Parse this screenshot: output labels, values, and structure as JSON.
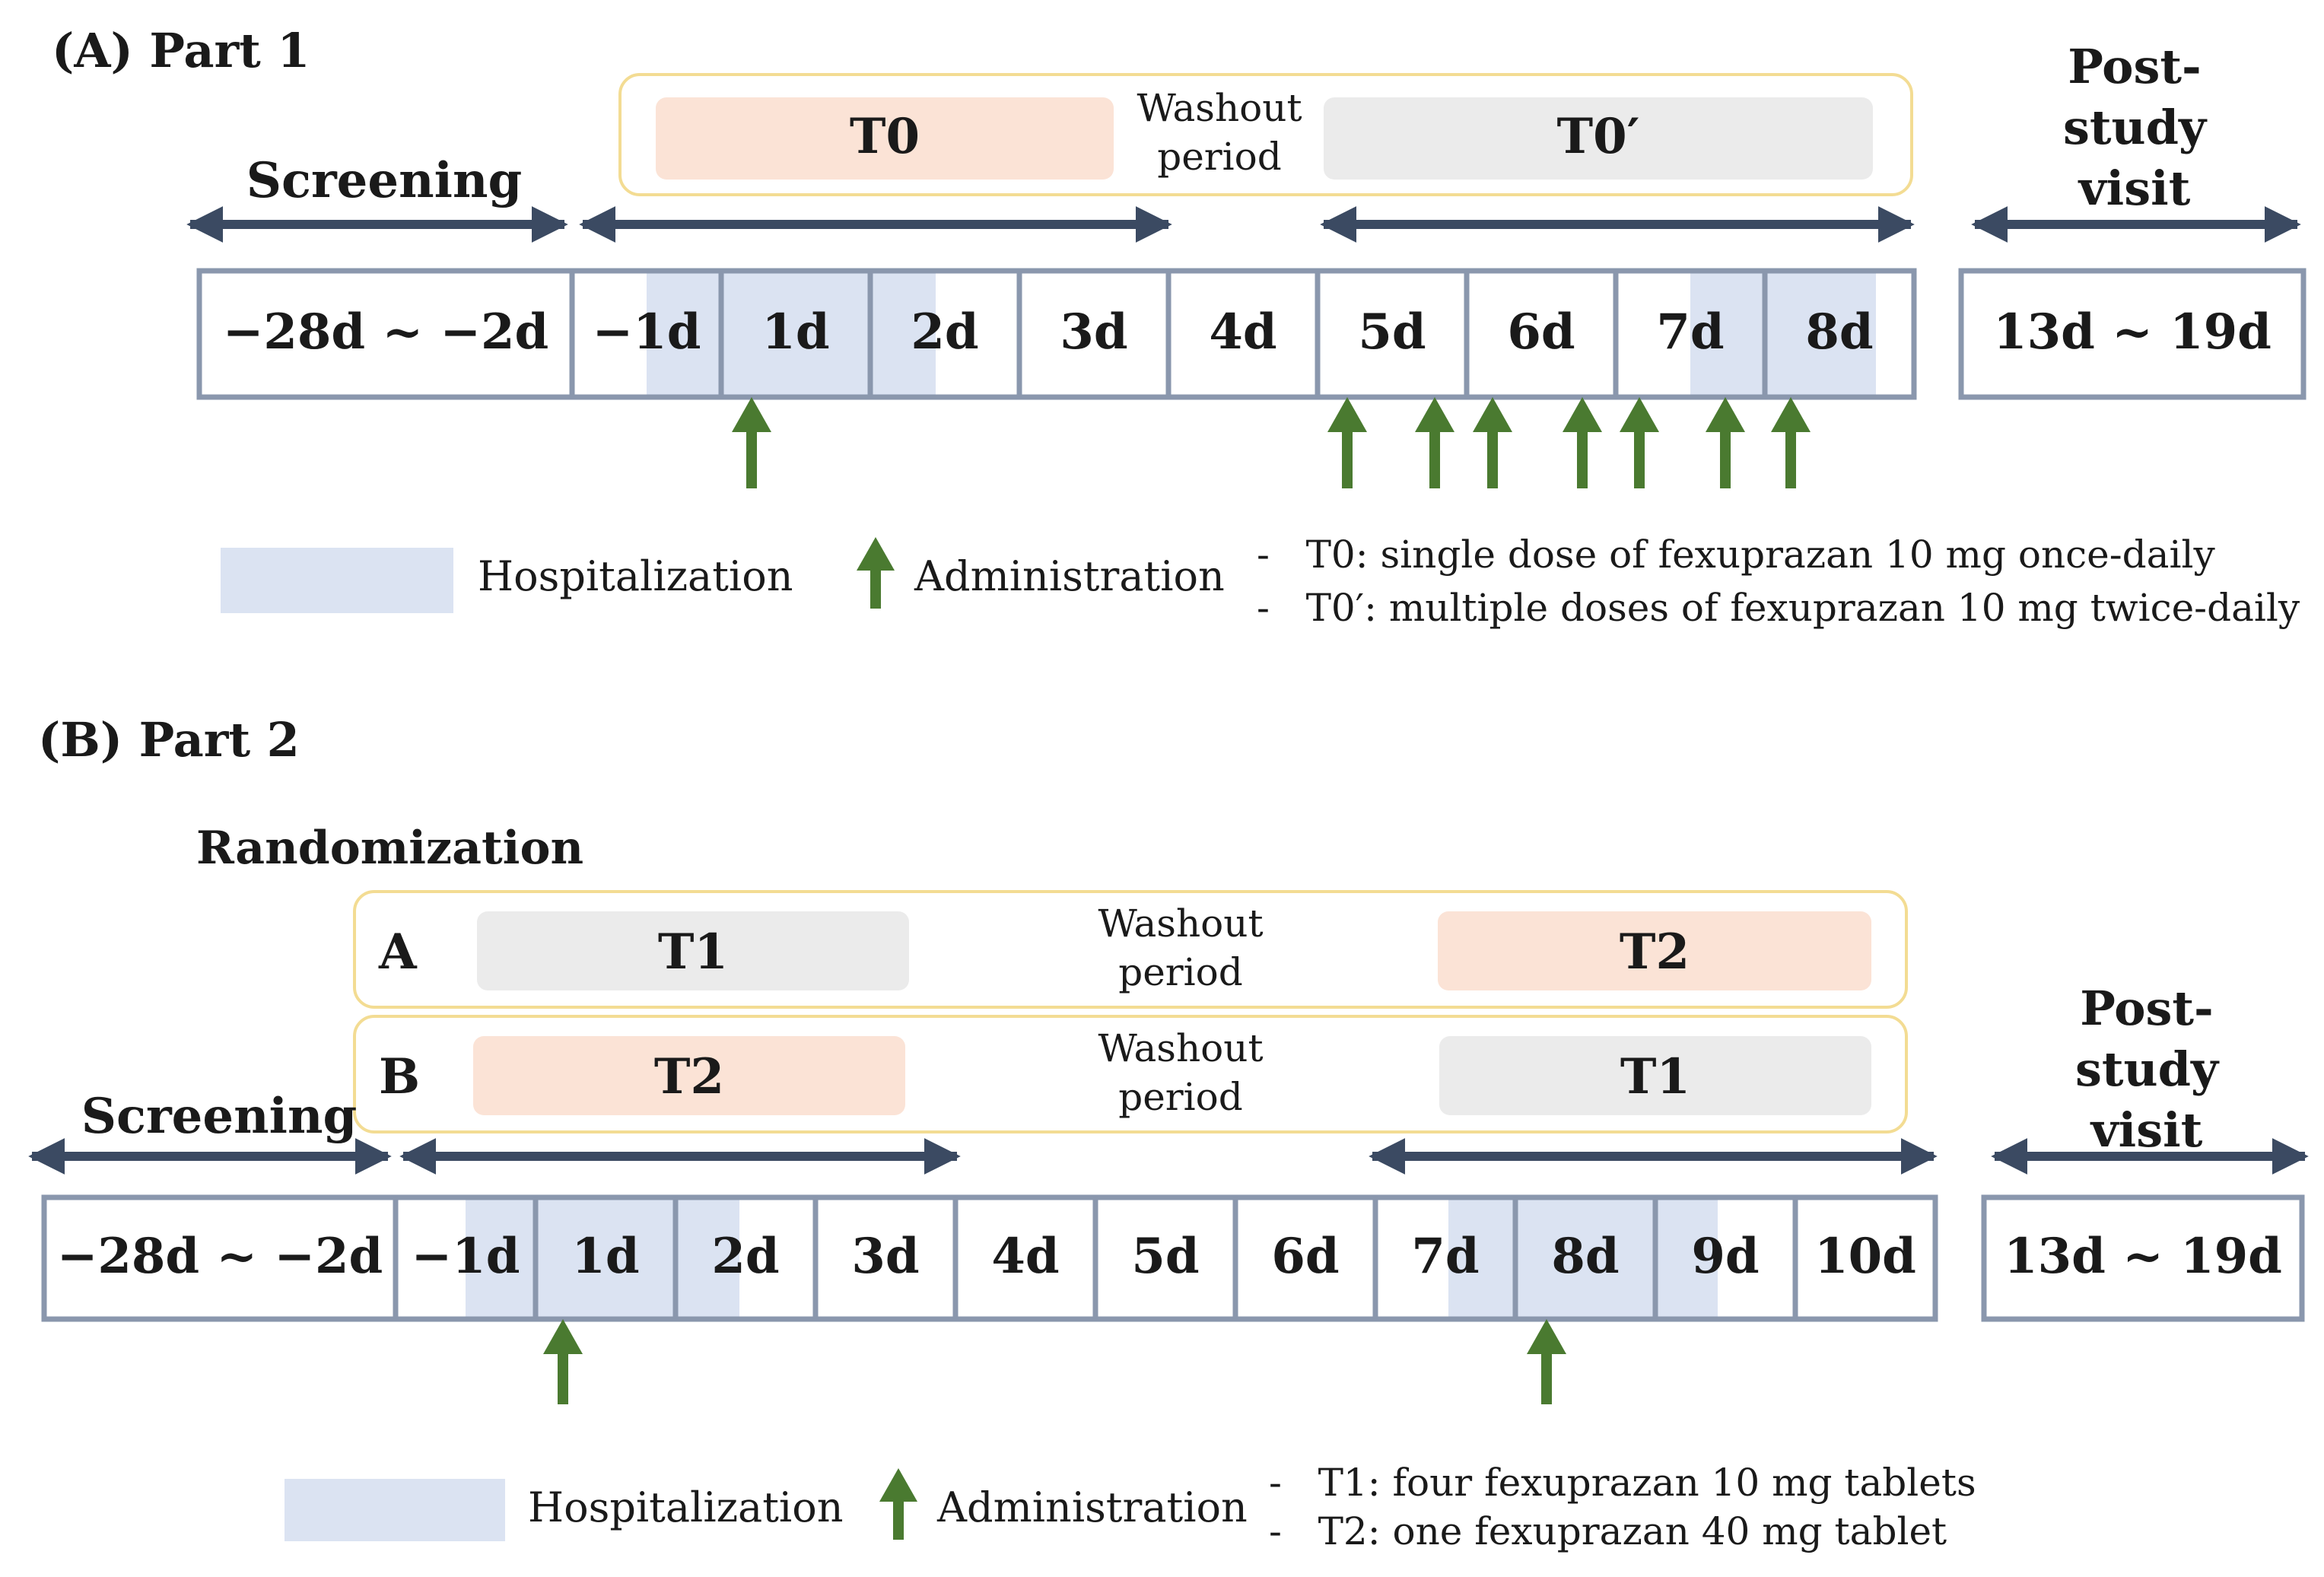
{
  "colors": {
    "hospital": "#dbe3f2",
    "frame": "#8a97ad",
    "arrow": "#3b4a62",
    "admin": "#4a7a30",
    "peach": "#fbe3d6",
    "gray": "#ebebeb",
    "gold": "#f3dc93"
  },
  "partA": {
    "heading": "(A) Part 1",
    "screening_label": "Screening",
    "poststudy_label": [
      "Post-",
      "study",
      "visit"
    ],
    "treatment_t0": "T0",
    "treatment_t0p": "T0′",
    "washout": [
      "Washout",
      "period"
    ],
    "cells": [
      "−28d ~ −2d",
      "−1d",
      "1d",
      "2d",
      "3d",
      "4d",
      "5d",
      "6d",
      "7d",
      "8d",
      "13d ~ 19d"
    ],
    "hospitalization_days": [
      "−1d (afternoon)",
      "1d",
      "2d (morning)",
      "7d (afternoon)",
      "8d"
    ],
    "administration_day_positions": [
      1.2,
      5.25,
      5.83,
      6.22,
      6.83,
      7.22,
      7.8,
      8.25
    ],
    "legend": {
      "hospitalization": "Hospitalization",
      "administration": "Administration",
      "notes": [
        "T0: single dose of fexuprazan 10 mg once-daily",
        "T0′: multiple doses of fexuprazan 10 mg twice-daily"
      ]
    }
  },
  "partB": {
    "heading": "(B) Part 2",
    "randomization_label": "Randomization",
    "screening_label": "Screening",
    "poststudy_label": [
      "Post-",
      "study",
      "visit"
    ],
    "sequences": [
      {
        "name": "A",
        "period1": "T1",
        "period2": "T2"
      },
      {
        "name": "B",
        "period1": "T2",
        "period2": "T1"
      }
    ],
    "washout": [
      "Washout",
      "period"
    ],
    "cells": [
      "−28d ~ −2d",
      "−1d",
      "1d",
      "2d",
      "3d",
      "4d",
      "5d",
      "6d",
      "7d",
      "8d",
      "9d",
      "10d",
      "13d ~ 19d"
    ],
    "legend": {
      "hospitalization": "Hospitalization",
      "administration": "Administration",
      "notes": [
        "T1: four fexuprazan 10 mg tablets",
        "T2: one fexuprazan 40 mg tablet"
      ]
    }
  }
}
